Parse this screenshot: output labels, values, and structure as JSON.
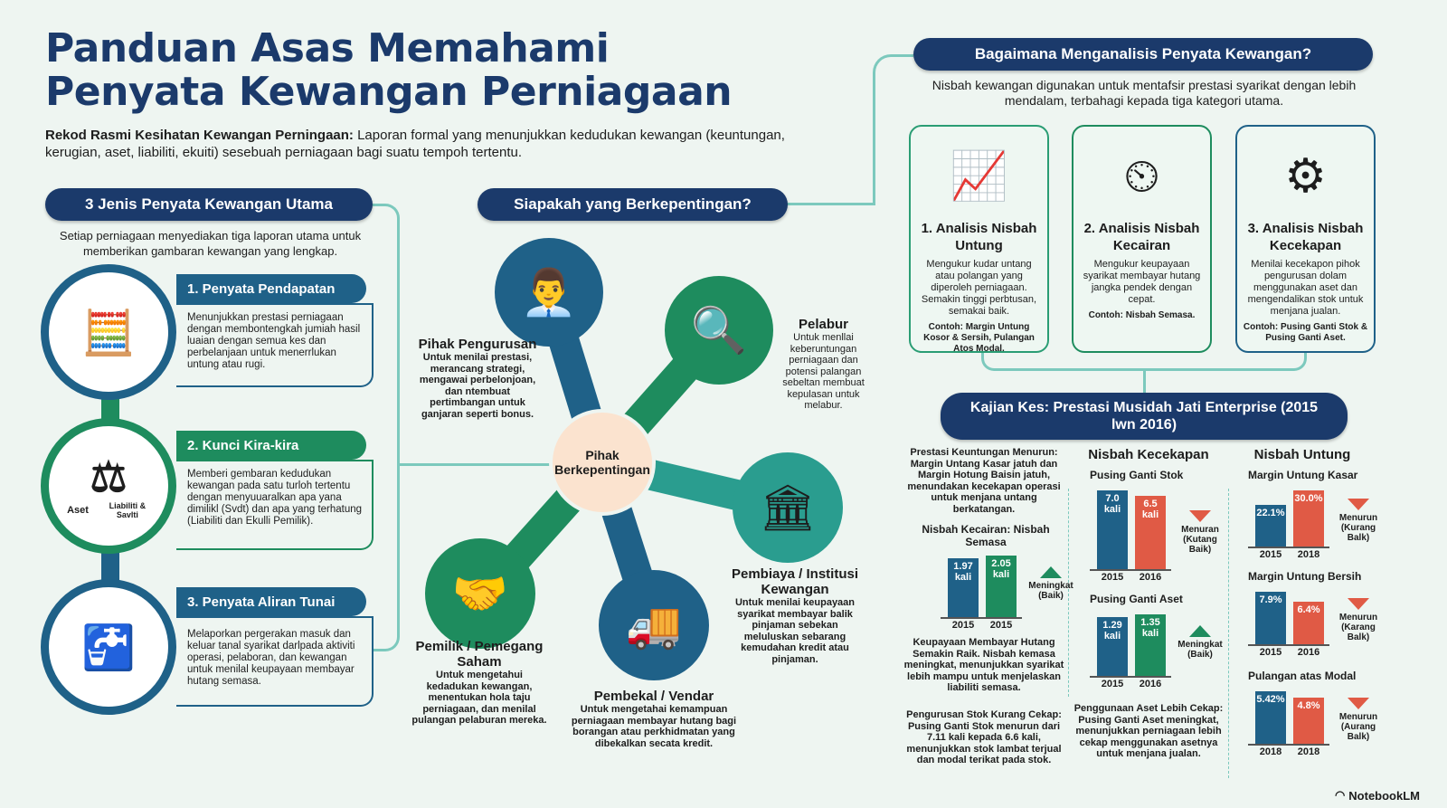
{
  "title": {
    "line1": "Panduan Asas Memahami",
    "line2": "Penyata Kewangan Perniagaan"
  },
  "intro": {
    "lead": "Rekod Rasmi Kesihatan Kewangan Perningaan:",
    "text": " Laporan formal yang menunjukkan kedudukan kewangan (keuntungan, kerugian, aset, liabiliti, ekuiti) sesebuah perniagaan bagi suatu tempoh tertentu."
  },
  "statements": {
    "header": "3 Jenis Penyata Kewangan Utama",
    "subtitle": "Setiap perniagaan menyediakan tiga laporan utama untuk memberikan gambaran kewangan yang lengkap.",
    "items": [
      {
        "label": "1. Penyata Pendapatan",
        "desc": "Menunjukkan prestasi perniagaan dengan membontengkah jumiah hasil luaian dengan semua kes dan perbelanjaan untuk menerrlukan untung atau rugi.",
        "icon": "calculator-money-icon",
        "color": "#1f6188"
      },
      {
        "label": "2. Kunci Kira-kira",
        "desc": "Memberi gembaran kedudukan kewangan pada satu turloh tertentu dengan menyuuaralkan apa yana dimilikl (Svdt) dan apa yang terhatung (Liabiliti dan Ekulli Pemilik).",
        "icon": "balance-scale-icon",
        "color": "#1e8c5e",
        "scale_left": "Aset",
        "scale_right": "Liabiliti & Savlti"
      },
      {
        "label": "3. Penyata Aliran Tunai",
        "desc": "Melaporkan pergerakan masuk dan keluar tanal syarikat darlpada aktiviti operasi, pelaboran, dan kewangan untuk menilal keupayaan membayar hutang semasa.",
        "icon": "water-tap-icon",
        "color": "#1f6188"
      }
    ]
  },
  "stakeholders": {
    "header": "Siapakah yang Berkepentingan?",
    "hub": "Pihak Berkepentingan",
    "nodes": [
      {
        "title": "Pihak Pengurusan",
        "desc": "Untuk menilai prestasi, merancang strategi, mengawai perbelonjoan, dan ntembuat pertimbangan untuk ganjaran seperti bonus.",
        "icon": "manager-desk-icon"
      },
      {
        "title": "Pelabur",
        "desc": "Untuk menllai keberuntungan perniagaan dan potensi palangan sebeltan membuat kepulasan untuk melabur.",
        "icon": "investor-magnifier-icon"
      },
      {
        "title": "Pembiaya / Institusi Kewangan",
        "desc": "Untuk menilai keupayaan syarikat membayar balik pinjaman sebekan meluluskan sebarang kemudahan kredit atau pinjaman.",
        "icon": "bank-icon"
      },
      {
        "title": "Pembekal / Vendar",
        "desc": "Untuk mengetahai kemampuan perniagaan membayar hutang bagi borangan atau perkhidmatan yang dibekalkan secata kredit.",
        "icon": "delivery-truck-icon"
      },
      {
        "title": "Pemilik / Pemegang Saham",
        "desc": "Untuk mengetahui kedadukan kewangan, menentukan hola taju perniagaan, dan menilal pulangan pelaburan mereka.",
        "icon": "handshake-icon"
      }
    ]
  },
  "analysis": {
    "header": "Bagaimana Menganalisis Penyata Kewangan?",
    "subtitle": "Nisbah kewangan digunakan untuk mentafsir prestasi syarikat dengan lebih mendalam, terbahagi kepada tiga kategori utama.",
    "cards": [
      {
        "title": "1. Analisis Nisbah Untung",
        "desc": "Mengukur kudar untang atau polangan yang diperoleh perniagaan. Semakin tinggi perbtusan, semakai baik.",
        "example": "Contoh: Margin Untung Kosor & Sersih, Pulangan Atos Modal.",
        "icon": "growth-chart-crown-icon",
        "color": "#2a9d74"
      },
      {
        "title": "2. Analisis Nisbah Kecairan",
        "desc": "Mengukur keupayaan syarikat membayar hutang jangka pendek dengan cepat.",
        "example": "Contoh: Nisbah Semasa.",
        "icon": "gauge-icon",
        "color": "#1e8c5e"
      },
      {
        "title": "3. Analisis Nisbah Kecekapan",
        "desc": "Menilai kecekapon pihok pengurusan dolam menggunakan aset dan mengendalikan stok untuk menjana jualan.",
        "example": "Contoh: Pusing Ganti Stok & Pusing Ganti Aset.",
        "icon": "clock-gears-icon",
        "color": "#1f6188"
      }
    ]
  },
  "case_study": {
    "header": "Kajian Kes: Prestasi Musidah Jati Enterprise (2015 lwn 2016)",
    "profit_note": "Prestasi Keuntungan Menurun: Margin Untang Kasar jatuh dan Margin Hotung Baisin jatuh, menundakan kecekapan operasi untuk menjana untang berkatangan.",
    "liquidity_title": "Nisbah Kecairan: Nisbah Semasa",
    "liquidity_note": "Keupayaan Membayar Hutang Semakin Raik. Nisbah kemasa meningkat, menunjukkan syarikat lebih mampu untuk menjelaskan liabiliti semasa.",
    "stock_note": "Pengurusan Stok Kurang Cekap: Pusing Ganti Stok menurun dari 7.11 kali kepada 6.6 kali, menunjukkan stok lambat terjual dan modal terikat pada stok.",
    "efficiency_title": "Nisbah Kecekapan",
    "asset_note": "Penggunaan Aset Lebih Cekap: Pusing Ganti Aset meningkat, menunjukkan perniagaan lebih cekap menggunakan asetnya untuk menjana jualan.",
    "profit_title": "Nisbah Untung",
    "colors": {
      "base": "#1f6188",
      "up": "#1e8c5e",
      "down": "#e05a45"
    },
    "charts": [
      {
        "title": "",
        "years": [
          "2015",
          "2015"
        ],
        "values": [
          1.97,
          2.05
        ],
        "labels": [
          "1.97 kali",
          "2.05 kali"
        ],
        "trend": "up",
        "trend_label": "Meningkat (Baik)"
      },
      {
        "title": "Pusing Ganti Stok",
        "years": [
          "2015",
          "2016"
        ],
        "values": [
          7.0,
          6.5
        ],
        "labels": [
          "7.0 kali",
          "6.5 kali"
        ],
        "trend": "down",
        "trend_label": "Menuran (Kutang Baik)"
      },
      {
        "title": "Pusing Ganti Aset",
        "years": [
          "2015",
          "2016"
        ],
        "values": [
          1.29,
          1.35
        ],
        "labels": [
          "1.29 kali",
          "1.35 kali"
        ],
        "trend": "up",
        "trend_label": "Meningkat (Baik)"
      },
      {
        "title": "Margin Untung Kasar",
        "years": [
          "2015",
          "2018"
        ],
        "values": [
          22.1,
          30.0
        ],
        "labels": [
          "22.1%",
          "30.0%"
        ],
        "trend": "down",
        "trend_label": "Menurun (Kurang Balk)"
      },
      {
        "title": "Margin Untung Bersih",
        "years": [
          "2015",
          "2016"
        ],
        "values": [
          7.9,
          6.4
        ],
        "labels": [
          "7.9%",
          "6.4%"
        ],
        "trend": "down",
        "trend_label": "Menurun (Karang Balk)"
      },
      {
        "title": "Pulangan atas Modal",
        "years": [
          "2018",
          "2018"
        ],
        "values": [
          5.42,
          4.8
        ],
        "labels": [
          "5.42%",
          "4.8%"
        ],
        "trend": "down",
        "trend_label": "Menurun (Aurang Balk)"
      }
    ]
  },
  "footer": {
    "brand": "NotebookLM"
  }
}
